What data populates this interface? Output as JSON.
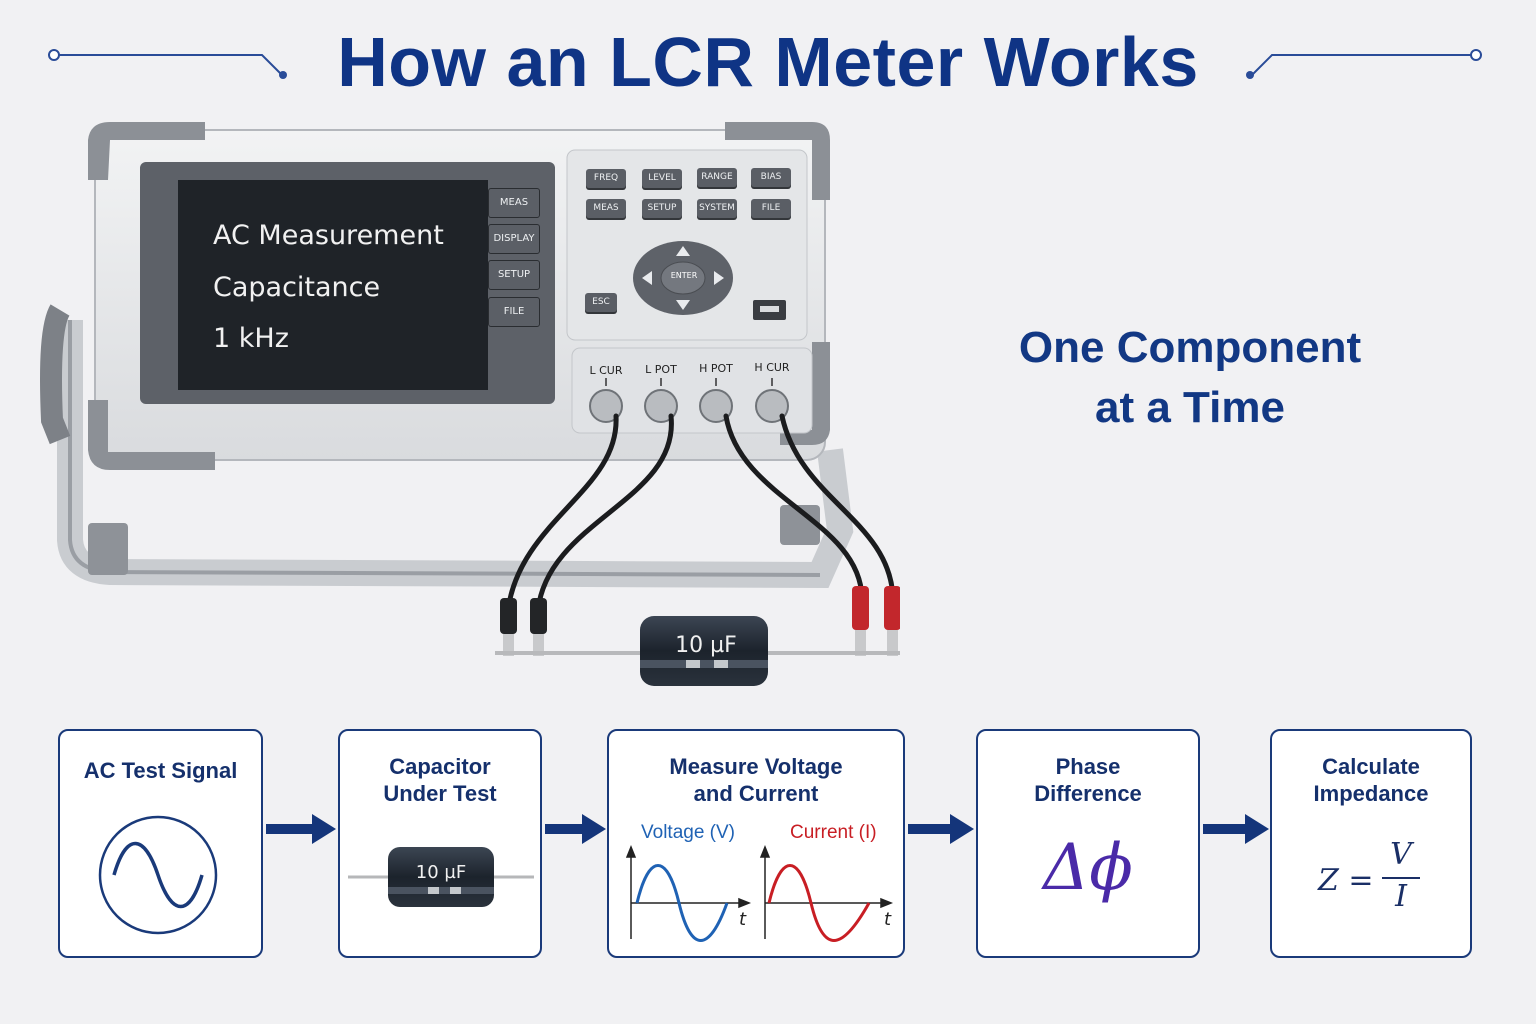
{
  "title": "How an LCR Meter Works",
  "tagline": {
    "line1": "One Component",
    "line2": "at a Time"
  },
  "meter": {
    "screen_lines": [
      "AC Measurement",
      "Capacitance",
      "1 kHz"
    ],
    "softkeys": [
      "MEAS",
      "DISPLAY",
      "SETUP",
      "FILE"
    ],
    "keys_row1": [
      "FREQ",
      "LEVEL",
      "RANGE",
      "BIAS"
    ],
    "keys_row2": [
      "MEAS",
      "SETUP",
      "SYSTEM",
      "FILE"
    ],
    "enter_label": "ENTER",
    "esc_label": "ESC",
    "jacks": [
      "L CUR",
      "L POT",
      "H POT",
      "H CUR"
    ]
  },
  "capacitor_label": "10 µF",
  "steps": [
    {
      "title_lines": [
        "AC Test Signal"
      ]
    },
    {
      "title_lines": [
        "Capacitor",
        "Under Test"
      ],
      "component": "10 µF"
    },
    {
      "title_lines": [
        "Measure Voltage",
        "and Current"
      ],
      "voltage_label": "Voltage (V)",
      "current_label": "Current (I)",
      "axis_label": "t"
    },
    {
      "title_lines": [
        "Phase",
        "Difference"
      ],
      "symbol": "Δϕ"
    },
    {
      "title_lines": [
        "Calculate",
        "Impedance"
      ],
      "formula_lhs": "Z =",
      "formula_num": "V",
      "formula_den": "I"
    }
  ],
  "colors": {
    "title": "#0f3485",
    "voltage": "#1f62b4",
    "current": "#c81e24",
    "phase": "#4a2aa8",
    "arrow": "#14357a"
  }
}
